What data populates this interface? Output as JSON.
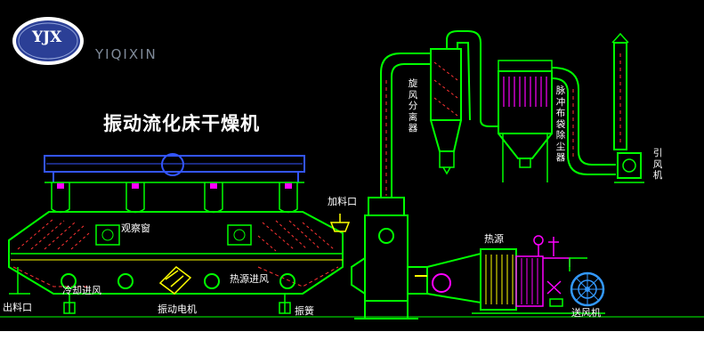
{
  "brand": {
    "logo_text": "YJX",
    "name": "YIQIXIN"
  },
  "title": "振动流化床干燥机",
  "labels": {
    "cyclone": "旋风分离器",
    "bag_filter": "脉冲布袋除尘器",
    "induced_fan": "引风机",
    "feed_inlet": "加料口",
    "observation_window": "观察窗",
    "heat_source": "热源",
    "heat_source_inlet": "热源进风",
    "cold_air_inlet": "冷却进风",
    "outlet": "出料口",
    "vibration_motor": "振动电机",
    "spring": "振簧",
    "blower": "送风机"
  },
  "colors": {
    "background": "#000000",
    "frame": "#00ff00",
    "duct": "#ffffff",
    "beam": "#3333ff",
    "hood": "#ff3333",
    "accent": "#ff00ff",
    "pipe_yellow": "#ffff00",
    "logo_blue": "#2b3f96"
  },
  "icons": [
    "logo-badge",
    "cyclone-separator",
    "bag-filter",
    "induced-fan",
    "centrifugal-blower",
    "heat-exchanger",
    "vibration-motor"
  ]
}
